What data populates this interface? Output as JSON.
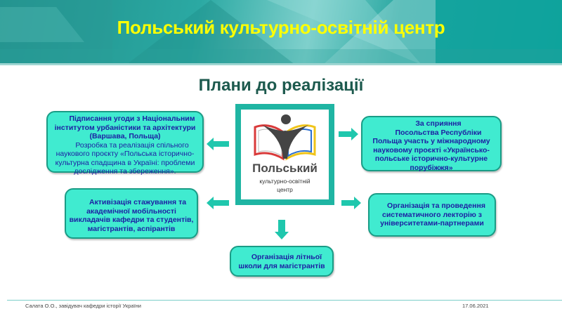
{
  "header": {
    "title": "Польський культурно-освітній центр"
  },
  "subtitle": "Плани до реалізації",
  "logo": {
    "line1": "Польський",
    "line2": "культурно-освітній",
    "line3": "центр"
  },
  "boxes": {
    "top_left": {
      "bold": [
        "Підписання угоди з Національним",
        "інститутом урбаністики та архітектури",
        "(Варшава, Польща)"
      ],
      "normal": [
        "Розробка та реалізація спільного",
        "наукового проєкту «Польська історично-",
        "культурна спадщина в Україні: проблеми",
        "дослідження та збереження»."
      ]
    },
    "top_right": {
      "bold": [
        "За сприяння",
        "Посольства Республіки",
        "Польща участь у міжнародному",
        "науковому проєкті «Українсько-",
        "польське історично-культурне",
        "порубіжжя»"
      ]
    },
    "mid_left": {
      "bold": [
        "Активізація стажування та",
        "академічної мобільності",
        "викладачів кафедри та студентів,",
        "магістрантів, аспірантів"
      ]
    },
    "mid_right": {
      "bold": [
        "Організація та проведення",
        "систематичного лекторію з",
        "університетами-партнерами"
      ]
    },
    "bottom": {
      "bold": [
        "Організація літньої",
        "школи для магістрантів"
      ]
    }
  },
  "footer": {
    "author": "Салата О.О., завідувач кафедри історії України",
    "date": "17.06.2021"
  },
  "colors": {
    "title": "#ffff00",
    "box_fill": "#40ebd0",
    "box_text": "#1c1fa3",
    "arrow": "#1fc7ad"
  }
}
